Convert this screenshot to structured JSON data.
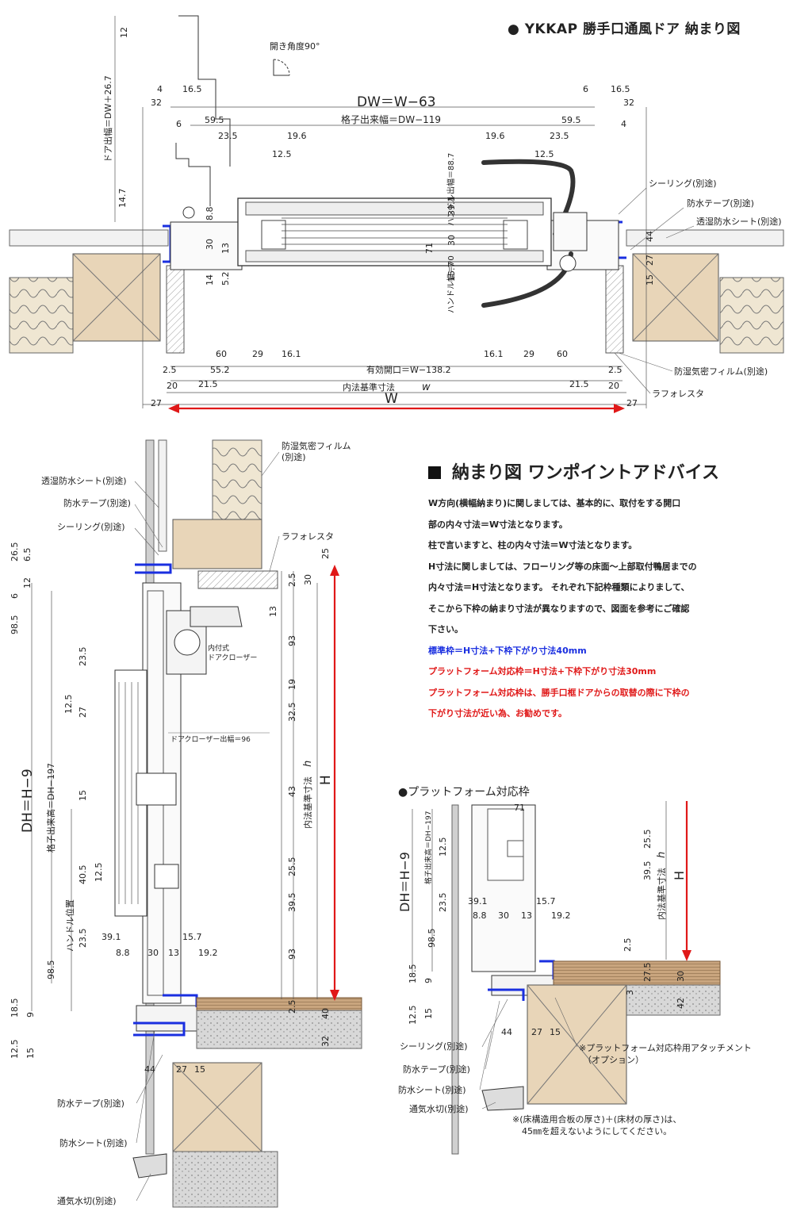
{
  "header": {
    "title": "●  YKKAP  勝手口通風ドア  納まり図"
  },
  "plan": {
    "open_angle": "開き角度90°",
    "dw": "DW＝W−63",
    "lattice_width": "格子出来幅＝DW−119",
    "door_projection": "ドア出幅＝DW＋26.7",
    "handle_projection": "ハンドル出幅＝88.7",
    "handle_width": "ハンドル幅＝70",
    "effective_opening": "有効開口＝W−138.2",
    "inner_reference": "内法基準寸法",
    "w_var": "w",
    "w": "W",
    "dims_top": [
      "12",
      "4",
      "32",
      "16.5",
      "6",
      "59.5",
      "23.5",
      "19.6",
      "12.5",
      "6",
      "16.5",
      "32",
      "4",
      "59.5",
      "19.6",
      "23.5",
      "12.5"
    ],
    "dims_mid": [
      "14.7",
      "8.8",
      "30",
      "13",
      "14",
      "5.2",
      "39.1",
      "30",
      "71",
      "15.7",
      "44",
      "27",
      "15"
    ],
    "dims_bottom": [
      "60",
      "29",
      "16.1",
      "16.1",
      "29",
      "60",
      "2.5",
      "55.2",
      "2.5",
      "20",
      "21.5",
      "21.5",
      "20",
      "27",
      "27"
    ],
    "labels": [
      "シーリング(別途)",
      "防水テープ(別途)",
      "透湿防水シート(別途)",
      "防湿気密フィルム(別途)",
      "ラフォレスタ"
    ]
  },
  "section": {
    "labels_left": [
      "透湿防水シート(別途)",
      "防水テープ(別途)",
      "シーリング(別途)",
      "防水テープ(別途)",
      "防水シート(別途)",
      "通気水切(別途)"
    ],
    "labels_top": [
      "防湿気密フィルム",
      "(別途)",
      "ラフォレスタ"
    ],
    "closer": [
      "内付式",
      "ドアクローザー"
    ],
    "closer_width": "ドアクローザー出幅＝96",
    "dh": "DH＝H−9",
    "lattice_height": "格子出来高＝DH−197",
    "handle_pos": "ハンドル位置",
    "inner_reference": "内法基準寸法",
    "h_var": "h",
    "h": "H",
    "dims_left": [
      "26.5",
      "6.5",
      "12",
      "6",
      "98.5",
      "23.5",
      "12.5",
      "27",
      "15",
      "40.5",
      "12.5",
      "23.5",
      "98.5",
      "18.5",
      "9",
      "12.5",
      "15"
    ],
    "dims_right": [
      "25",
      "30",
      "2.5",
      "13",
      "93",
      "19",
      "32.5",
      "43",
      "25.5",
      "39.5",
      "93",
      "2.5",
      "40",
      "32"
    ],
    "dims_bottom": [
      "39.1",
      "15.7",
      "8.8",
      "30",
      "13",
      "19.2",
      "44",
      "27",
      "15"
    ]
  },
  "advice": {
    "title": "納まり図  ワンポイントアドバイス",
    "lines": [
      "W方向(横幅納まり)に関しましては、基本的に、取付をする開口",
      "部の内々寸法＝W寸法となります。",
      "柱で言いますと、柱の内々寸法＝W寸法となります。",
      "H寸法に関しましては、フローリング等の床面～上部取付鴨居までの",
      "内々寸法＝H寸法となります。 それぞれ下記枠種類によりまして、",
      "そこから下枠の納まり寸法が異なりますので、図面を参考にご確認",
      "下さい。"
    ],
    "blue_line": "標準枠＝H寸法+下枠下がり寸法40mm",
    "red_lines": [
      "プラットフォーム対応枠＝H寸法+下枠下がり寸法30mm",
      "プラットフォーム対応枠は、勝手口框ドアからの取替の際に下枠の",
      "下がり寸法が近い為、お勧めです。"
    ]
  },
  "platform": {
    "title": "●プラットフォーム対応枠",
    "dh": "DH＝H−9",
    "lattice_height": "格子出来高＝DH−197",
    "inner_reference": "内法基準寸法",
    "h_var": "h",
    "h": "H",
    "dims": [
      "71",
      "12.5",
      "23.5",
      "98.5",
      "18.5",
      "9",
      "12.5",
      "15",
      "39.1",
      "15.7",
      "8.8",
      "30",
      "13",
      "19.2",
      "25.5",
      "39.5",
      "2.5",
      "27.5",
      "30",
      "3",
      "42",
      "44",
      "27",
      "15"
    ],
    "labels": [
      "シーリング(別途)",
      "防水テープ(別途)",
      "防水シート(別途)",
      "通気水切(別途)"
    ],
    "attachment": [
      "※プラットフォーム対応枠用アタッチメント",
      "（オプション）"
    ],
    "note": [
      "※(床構造用合板の厚さ)＋(床材の厚さ)は、",
      "45㎜を超えないようにしてください。"
    ]
  },
  "colors": {
    "accent_blue": "#1a2fe0",
    "accent_red": "#e01818",
    "wood": "#e8d5b8",
    "insulation": "#ece2cc"
  }
}
